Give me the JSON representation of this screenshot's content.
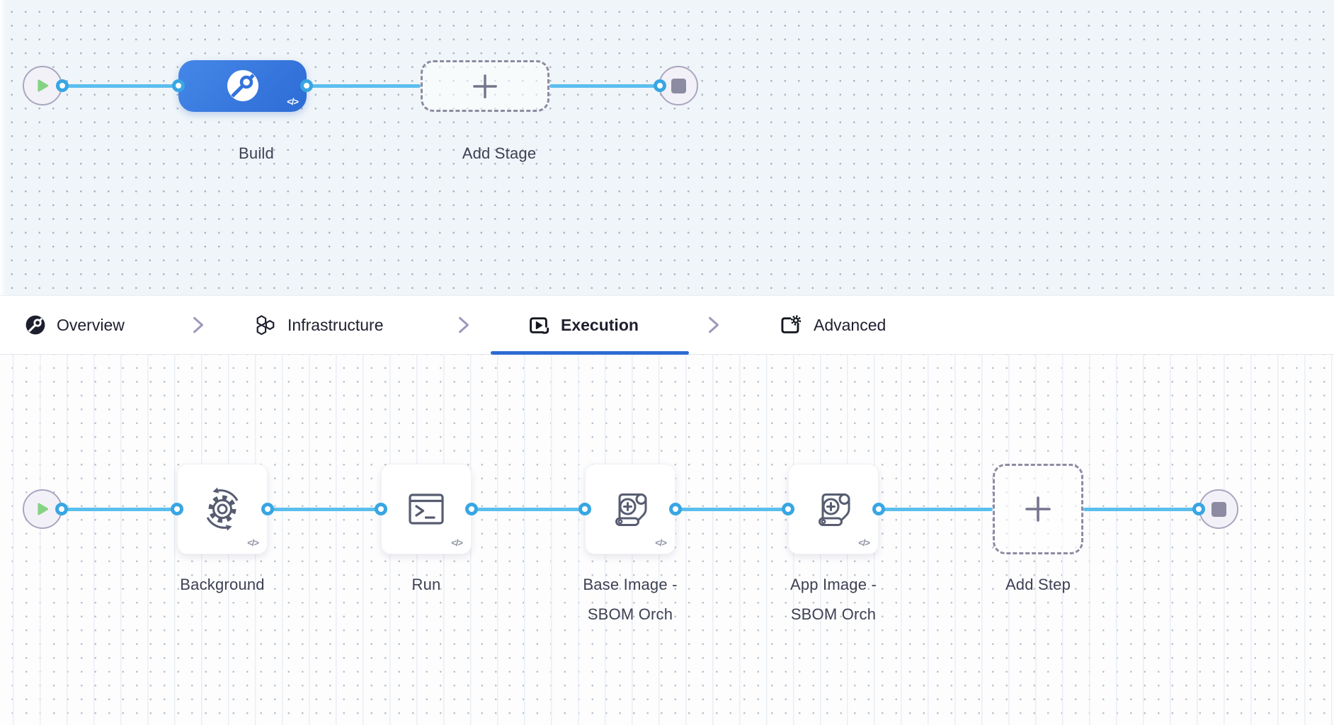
{
  "stage_pipeline": {
    "start_icon": "play-icon",
    "end_icon": "stop-icon",
    "stages": [
      {
        "label": "Build",
        "icon": "harness-ci-disc-icon",
        "code_badge": "</>"
      },
      {
        "label": "Add Stage",
        "icon": "plus-icon"
      }
    ]
  },
  "tabs": [
    {
      "label": "Overview",
      "icon": "harness-ci-disc-icon",
      "active": false
    },
    {
      "label": "Infrastructure",
      "icon": "hexagons-icon",
      "active": false
    },
    {
      "label": "Execution",
      "icon": "play-box-icon",
      "active": true
    },
    {
      "label": "Advanced",
      "icon": "box-gear-icon",
      "active": false
    }
  ],
  "execution_pipeline": {
    "start_icon": "play-icon",
    "end_icon": "stop-icon",
    "steps": [
      {
        "label_line1": "Background",
        "label_line2": "",
        "icon": "gear-sync-icon",
        "code_badge": "</>"
      },
      {
        "label_line1": "Run",
        "label_line2": "",
        "icon": "terminal-icon",
        "code_badge": "</>"
      },
      {
        "label_line1": "Base Image -",
        "label_line2": "SBOM Orch",
        "icon": "scroll-plus-icon",
        "code_badge": "</>"
      },
      {
        "label_line1": "App Image -",
        "label_line2": "SBOM Orch",
        "icon": "scroll-plus-icon",
        "code_badge": "</>"
      }
    ],
    "add_step": {
      "label": "Add Step",
      "icon": "plus-icon"
    }
  },
  "colors": {
    "stage_blue": "#2d6cd5",
    "connector_blue": "#5cbeee",
    "port_blue": "#38a6e3",
    "tab_underline_blue": "#2c6bd3",
    "play_green": "#84d382",
    "node_gray": "#8c8ba1"
  }
}
